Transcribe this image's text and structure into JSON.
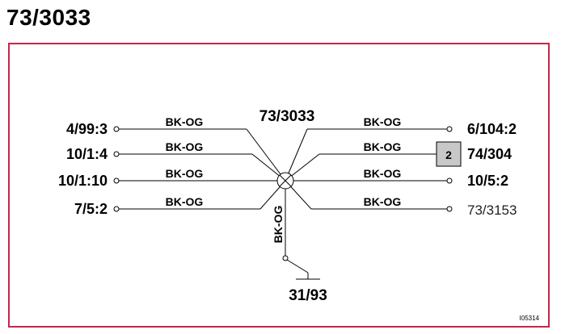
{
  "page_title": "73/3033",
  "diagram": {
    "center_label": "73/3033",
    "ground_label": "31/93",
    "vertical_wire_color": "BK-OG",
    "image_code": "I05314",
    "left_connectors": [
      {
        "label": "4/99:3",
        "wire": "BK-OG"
      },
      {
        "label": "10/1:4",
        "wire": "BK-OG"
      },
      {
        "label": "10/1:10",
        "wire": "BK-OG"
      },
      {
        "label": "7/5:2",
        "wire": "BK-OG"
      }
    ],
    "right_connectors": [
      {
        "label": "6/104:2",
        "wire": "BK-OG"
      },
      {
        "label": "74/304",
        "wire": "BK-OG",
        "box": "2"
      },
      {
        "label": "10/5:2",
        "wire": "BK-OG"
      },
      {
        "label": "73/3153",
        "wire": "BK-OG"
      }
    ]
  }
}
